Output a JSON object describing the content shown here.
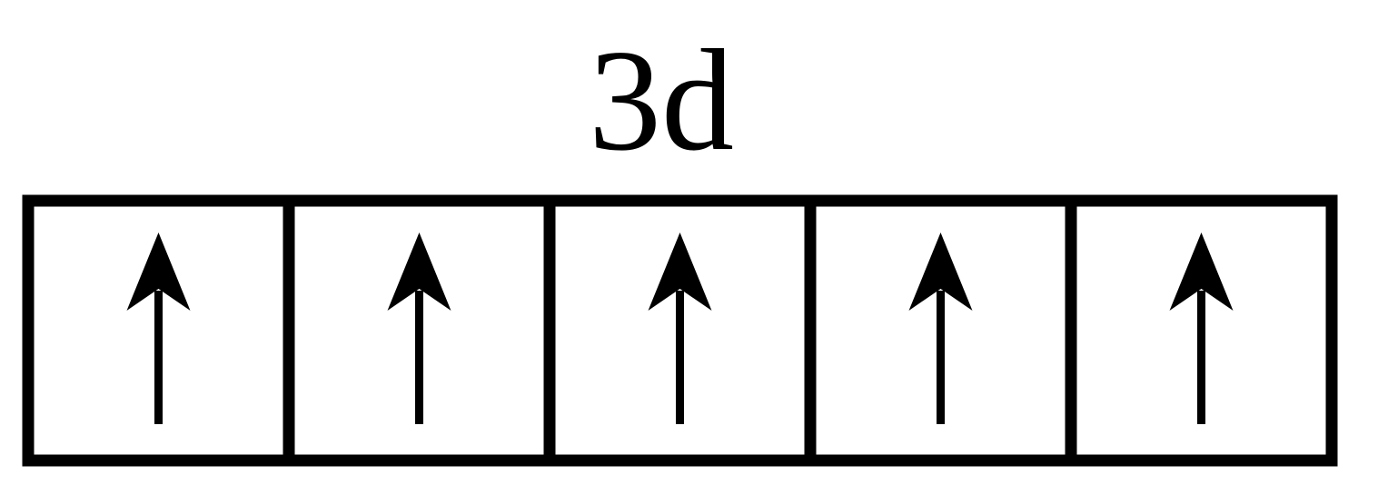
{
  "orbital": {
    "label": "3d",
    "boxes": [
      {
        "electron": "up"
      },
      {
        "electron": "up"
      },
      {
        "electron": "up"
      },
      {
        "electron": "up"
      },
      {
        "electron": "up"
      }
    ]
  },
  "colors": {
    "stroke": "#000000",
    "background": "#ffffff"
  },
  "icons": {
    "electron_up": "up-arrow-icon"
  }
}
